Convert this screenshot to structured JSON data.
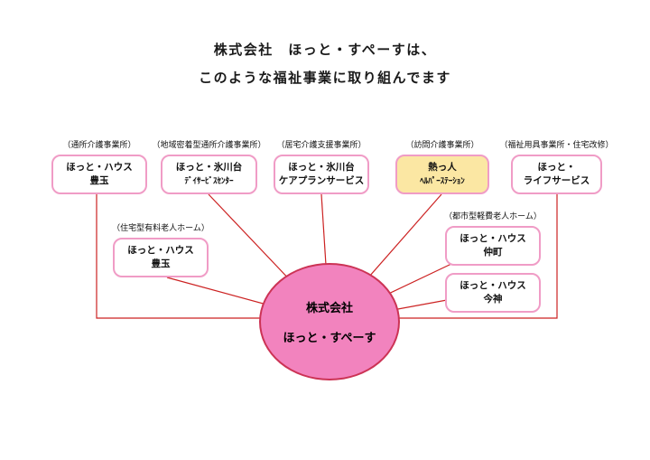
{
  "title": {
    "line1": "株式会社　ほっと・すぺーすは、",
    "line2": "このような福祉事業に取り組んでます"
  },
  "center_circle": {
    "line1": "株式会社",
    "line2": "ほっと・すぺーす"
  },
  "facilities": [
    {
      "category": "（通所介護事業所）",
      "line1": "ほっと・ハウス",
      "line2": "豊玉"
    },
    {
      "category": "（地域密着型通所介護事業所）",
      "line1": "ほっと・氷川台",
      "line2": "ﾃﾞｲｻｰﾋﾞｽｾﾝﾀｰ"
    },
    {
      "category": "（居宅介護支援事業所）",
      "line1": "ほっと・氷川台",
      "line2": "ケアプランサービス"
    },
    {
      "category": "（訪問介護事業所）",
      "line1": "熱っ人",
      "line2": "ﾍﾙﾊﾟｰｽﾃｰｼｮﾝ"
    },
    {
      "category": "（福祉用具事業所・住宅改修）",
      "line1": "ほっと・",
      "line2": "ライフサービス"
    },
    {
      "category": "（住宅型有料老人ホーム）",
      "line1": "ほっと・ハウス",
      "line2": "豊玉"
    },
    {
      "category": "（都市型軽費老人ホーム）",
      "line1": "ほっと・ハウス",
      "line2": "仲町"
    },
    {
      "category": "",
      "line1": "ほっと・ハウス",
      "line2": "今神"
    }
  ],
  "colors": {
    "box_border": "#F09CC6",
    "box_fill": "#FFFFFF",
    "highlight_box_fill": "#FBE7A3",
    "circle_fill": "#F283BE",
    "circle_border": "#CC3355",
    "connector_line": "#CC2222",
    "text": "#111111"
  }
}
